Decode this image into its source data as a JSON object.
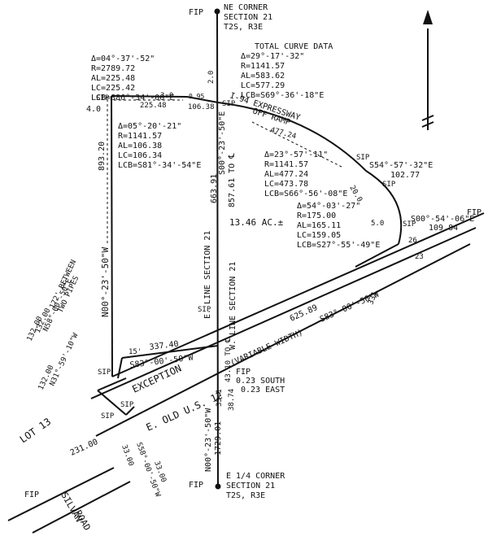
{
  "colors": {
    "ink": "#111111",
    "paper": "#ffffff"
  },
  "corners": {
    "ne_fip": "FIP",
    "ne_lines": [
      "NE CORNER",
      "SECTION 21",
      "T2S, R3E"
    ],
    "e14_fip": "FIP",
    "e14_lines": [
      "E 1/4 CORNER",
      "SECTION 21",
      "T2S, R3E"
    ]
  },
  "total_curve": {
    "title": "TOTAL CURVE DATA",
    "lines": [
      "Δ=29°-17'-32\"",
      "R=1141.57",
      "AL=583.62",
      "LC=577.29",
      "LCB=S69°-36'-18\"E"
    ]
  },
  "curve_top_left": [
    "Δ=04°-37'-52\"",
    "R=2789.72",
    "AL=225.48",
    "LC=225.42",
    "LCB=S86°-34'-00\"E"
  ],
  "curve_mid_left": [
    "Δ=05°-20'-21\"",
    "R=1141.57",
    "AL=106.38",
    "LC=106.34",
    "LCB=S81°-34'-54\"E"
  ],
  "curve_mid_right": [
    "Δ=23°-57'-11\"",
    "R=1141.57",
    "AL=477.24",
    "LC=473.78",
    "LCB=S66°-56'-08\"E"
  ],
  "curve_bottom_right": [
    "Δ=54°-03'-27\"",
    "R=175.00",
    "AL=165.11",
    "LC=159.05",
    "LCB=S27°-55'-49\"E"
  ],
  "expressway": {
    "line1": "I-94 EXPRESSWAY",
    "line2": "OFF RAMP"
  },
  "bearings": {
    "top_right": {
      "bearing": "S54°-57'-32\"E",
      "dist": "102.77"
    },
    "right": {
      "bearing": "S00°-54'-06\"E",
      "dist": "109.84"
    },
    "main_diag": "S83°-00'-50\"W",
    "left_vert": "N00°-23'-50\"W",
    "east_line": "S00°-23'-50\"E",
    "section_line_1": "E. LINE SECTION 21",
    "section_line_2": "W. LINE SECTION 21",
    "bottom_vert": "N00°-23'-50\"W",
    "exc_side": "S83°-00'-50\"W",
    "left_a": "N58°-00'-50\"E",
    "left_b": "N31°-59'-10\"W",
    "left_c": "S58°-00'-50\"W"
  },
  "dims": {
    "top_225": "225.48",
    "top_30": "3.0",
    "top_d": "0.95",
    "top_106": "106.38",
    "left_40": "4.0",
    "east_20": "2.0",
    "arc_477": "477.24",
    "right_50": "5.0",
    "d_20": "20.0",
    "d_26": "26",
    "d_23": "23",
    "d_331": "331",
    "left_893": "893.20",
    "d_66391": "663.91",
    "d_85761": "857.61 TO ℄",
    "d_62589": "625.89",
    "d_33740": "337.40",
    "d_15": "15'",
    "d_4310": "43.10 TO ℄",
    "d_3874": "38.74",
    "d_23100": "231.00",
    "d_13200a": "132.00",
    "d_13200b": "132.00",
    "d_13200c": "132.00",
    "d_3300a": "33.00",
    "d_3300b": "33.00",
    "d_172901": "1729.01",
    "d_331b": "33.1"
  },
  "labels": {
    "area": "13.46 AC.±",
    "exception": "EXCEPTION",
    "variable_width": "(VARIABLE WIDTH)",
    "old_us": "E. OLD U.S. 12",
    "lot13": "LOT 13",
    "between": "172' BETWEEN",
    "two_pipes": "TWO PIPES",
    "fip_mid": "FIP",
    "fip_mid_s": "0.23 SOUTH",
    "fip_mid_e": "0.23 EAST",
    "silvan1": "SILVAN",
    "silvan2": "ROAD",
    "fip_right": "FIP",
    "fip_left": "FIP"
  },
  "sip": {
    "a": "SIP",
    "b": "SIP",
    "c": "SIP",
    "d": "SIP",
    "e": "SIP",
    "f": "SIP",
    "g": "SIP",
    "h": "SIP",
    "i": "SIP",
    "j": "SIP",
    "k": "SIP"
  }
}
